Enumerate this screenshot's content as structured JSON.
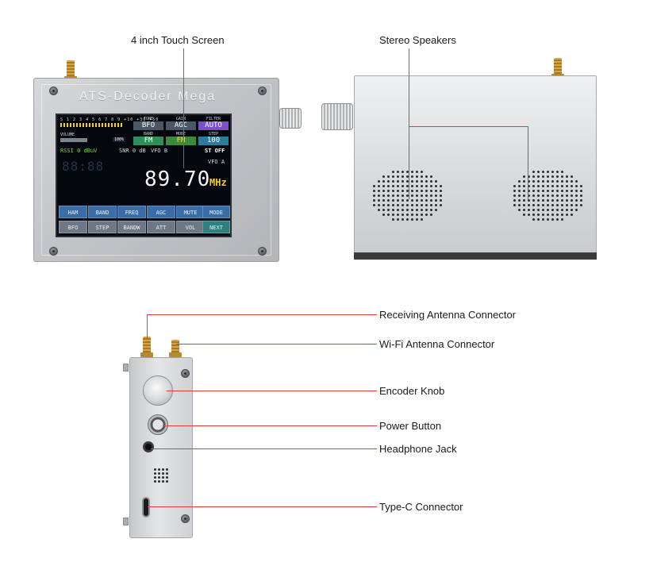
{
  "callouts": {
    "touch_screen": "4 inch Touch Screen",
    "stereo_speakers": "Stereo Speakers",
    "receiving_antenna": "Receiving Antenna Connector",
    "wifi_antenna": "Wi-Fi Antenna Connector",
    "encoder_knob": "Encoder Knob",
    "power_button": "Power Button",
    "headphone_jack": "Headphone Jack",
    "type_c": "Type-C Connector"
  },
  "device": {
    "brand": "ATS-Decoder Mega"
  },
  "screen": {
    "meter_scale": "S 1 2 3 4 5 6 7 8 9 +10 +30 +50",
    "volume_label": "VOLUME",
    "volume_pct": "100%",
    "boxes": [
      {
        "caption": "TUNE",
        "value": "BFO"
      },
      {
        "caption": "GAIN",
        "value": "AGC"
      },
      {
        "caption": "FILTER",
        "value": "AUTO"
      },
      {
        "caption": "BAND",
        "value": "FM"
      },
      {
        "caption": "MODE",
        "value": "FM"
      },
      {
        "caption": "STEP",
        "value": "100"
      }
    ],
    "rssi": "RSSI 0 dBuV",
    "snr": "SNR 0 dB",
    "vfo_b": "VFO B",
    "stereo": "ST OFF",
    "vfo_a": "VFO A",
    "ghost_digits": "88:88",
    "frequency": "89.70",
    "unit": "MHz",
    "buttons_row1": [
      "HAM",
      "BAND",
      "FREQ",
      "AGC",
      "MUTE",
      "MODE"
    ],
    "buttons_row2": [
      "BFO",
      "STEP",
      "BANDW",
      "ATT",
      "VOL",
      "NEXT"
    ]
  },
  "colors": {
    "callout_line": "#e23b3b",
    "button_blue": "#3a6da8",
    "button_gray": "#6e7784",
    "freq_unit": "#f2d21c"
  }
}
